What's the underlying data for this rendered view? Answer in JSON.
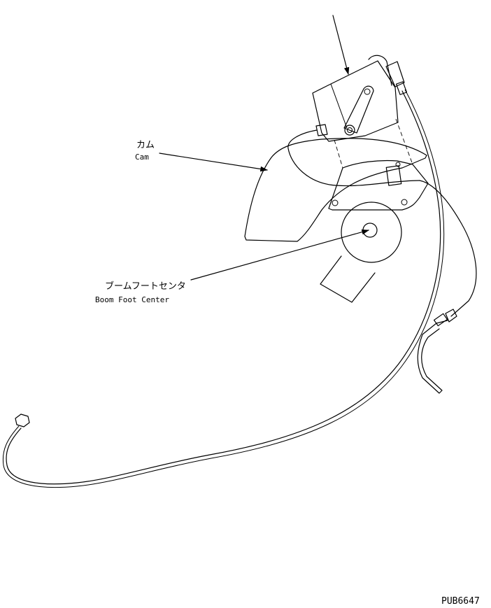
{
  "labels": {
    "cam_jp": "カム",
    "cam_en": "Cam",
    "boom_foot_jp": "ブームフートセンタ",
    "boom_foot_en": "Boom Foot Center",
    "drawing_code": "PUB6647"
  }
}
